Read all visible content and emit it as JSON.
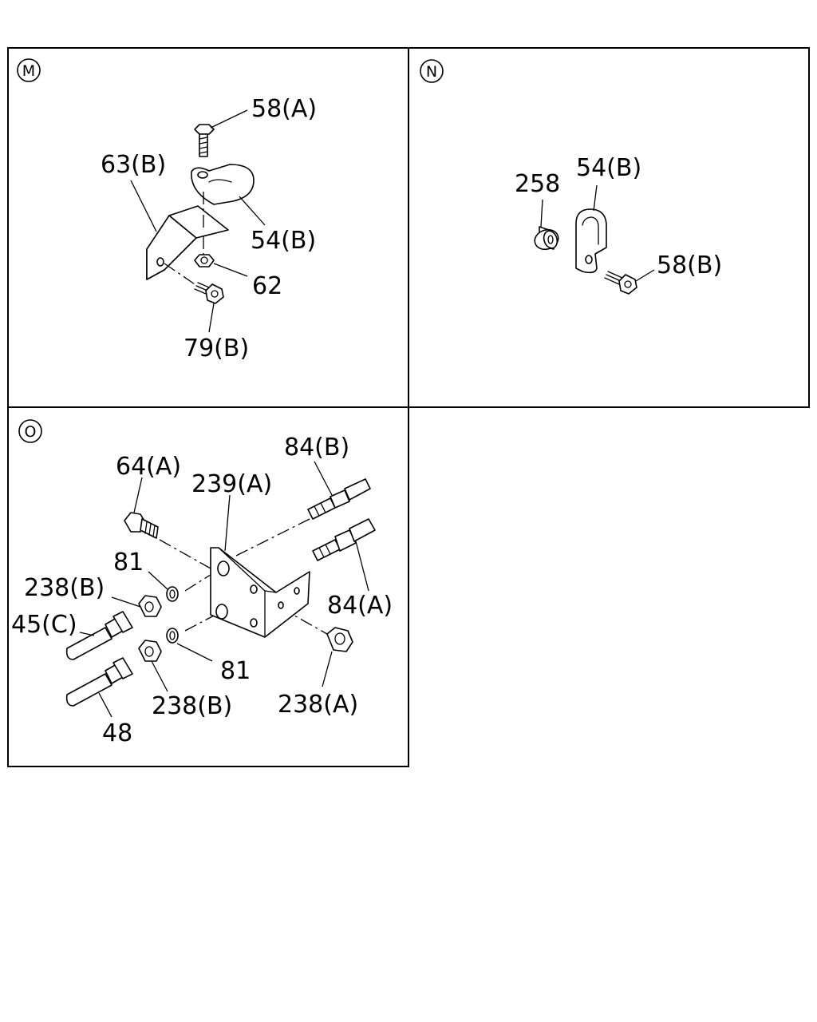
{
  "panels": {
    "m": {
      "badge": "M",
      "labels": {
        "l58a": "58(A)",
        "l63b": "63(B)",
        "l54b": "54(B)",
        "l62": "62",
        "l79b": "79(B)"
      }
    },
    "n": {
      "badge": "N",
      "labels": {
        "l258": "258",
        "l54b": "54(B)",
        "l58b": "58(B)"
      }
    },
    "o": {
      "badge": "O",
      "labels": {
        "l64a": "64(A)",
        "l239a": "239(A)",
        "l84b": "84(B)",
        "l81a": "81",
        "l238b_a": "238(B)",
        "l45c": "45(C)",
        "l84a": "84(A)",
        "l81b": "81",
        "l238b_b": "238(B)",
        "l238a": "238(A)",
        "l48": "48"
      }
    }
  }
}
